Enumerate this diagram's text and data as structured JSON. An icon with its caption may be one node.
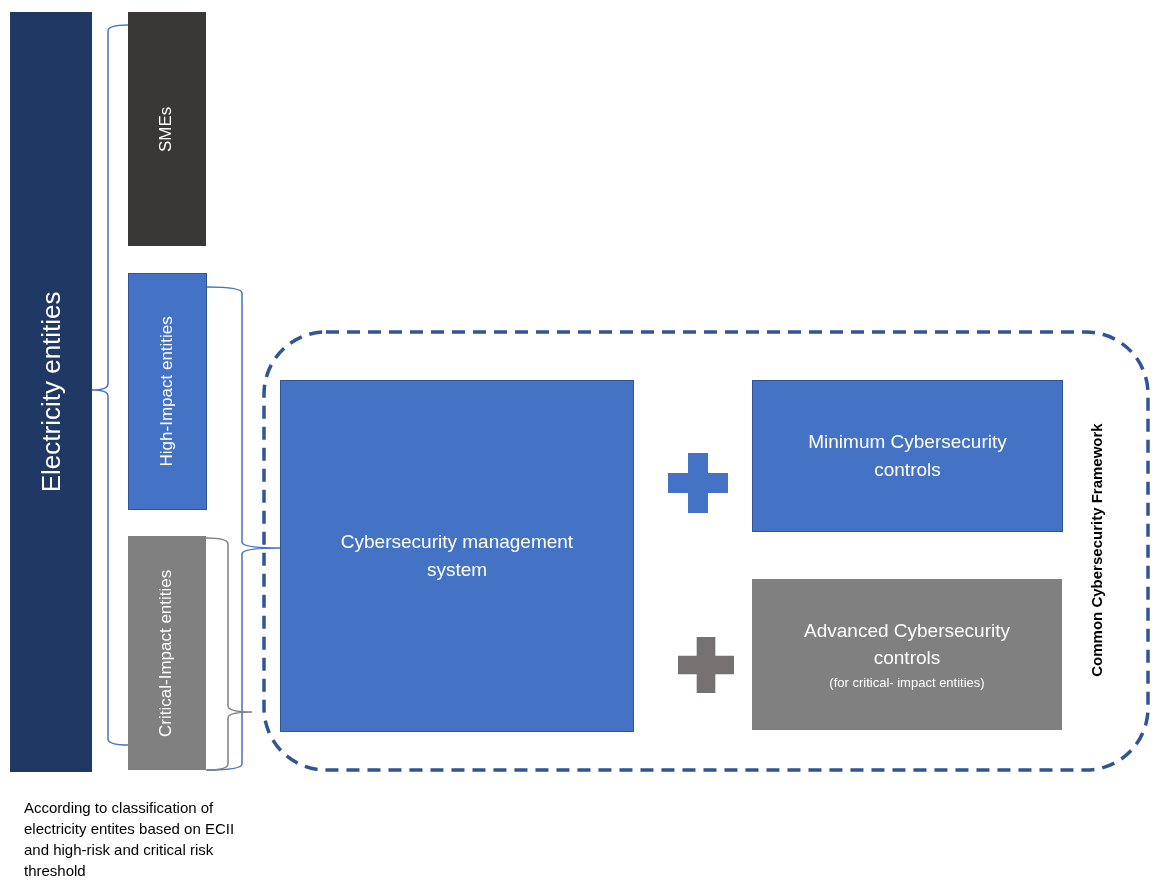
{
  "diagram": {
    "nodes": [
      {
        "text": [
          "Electricity entities"
        ]
      },
      {
        "text": [
          "SMEs"
        ]
      },
      {
        "text": [
          "High-Impact entities"
        ]
      },
      {
        "text": [
          "Critical-Impact entities"
        ]
      },
      {
        "text": [
          "Common Cybersecurity Framework"
        ]
      },
      {
        "text": [
          "Cybersecurity management system"
        ],
        "in": 4
      },
      {
        "text": [
          "Minimum Cybersecurity controls"
        ],
        "in": 4
      },
      {
        "text": [
          "Advanced Cybersecurity controls",
          "(for critical- impact entities)"
        ],
        "in": 4
      }
    ],
    "labels": [
      "According to classification of electricity entites based on ECII and high-risk and critical risk threshold"
    ]
  }
}
